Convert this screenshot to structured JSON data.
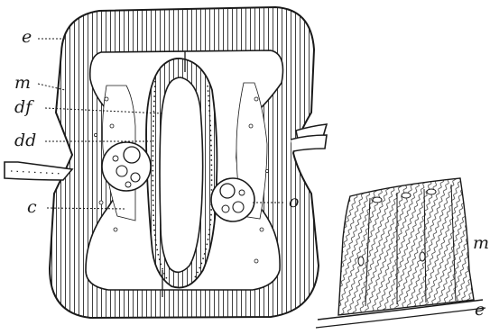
{
  "figure": {
    "labels": {
      "e": "e",
      "m": "m",
      "df": "df",
      "dd": "dd",
      "c": "c",
      "o": "o"
    },
    "detail_labels": {
      "m": "m",
      "e": "e"
    }
  }
}
